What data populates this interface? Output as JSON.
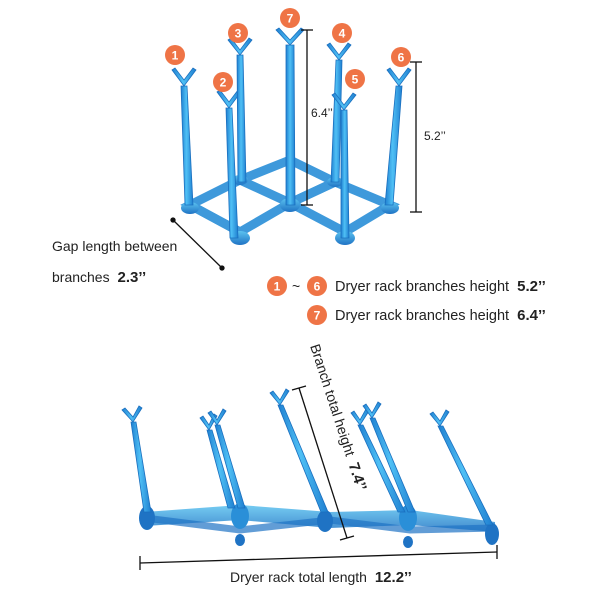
{
  "badges": [
    "1",
    "2",
    "3",
    "4",
    "5",
    "6",
    "7"
  ],
  "dimensions": {
    "tall_branch": "6.4’’",
    "short_branch": "5.2’’"
  },
  "gap": {
    "label": "Gap length between",
    "label2": "branches",
    "value": "2.3’’"
  },
  "legend": {
    "range_start": "1",
    "tilde": "~",
    "range_end": "6",
    "text1": "Dryer rack branches height",
    "value1": "5.2’’",
    "badge7": "7",
    "text2": "Dryer rack branches height",
    "value2": "6.4’’"
  },
  "bottom": {
    "branch_total_label": "Branch total height",
    "branch_total_value": "7.4’’",
    "total_length_label": "Dryer rack total length",
    "total_length_value": "12.2’’"
  },
  "colors": {
    "badge": "#ef7446",
    "rack_blue": "#2e9fe0",
    "rack_dark": "#1b6fc0",
    "line": "#111111"
  }
}
